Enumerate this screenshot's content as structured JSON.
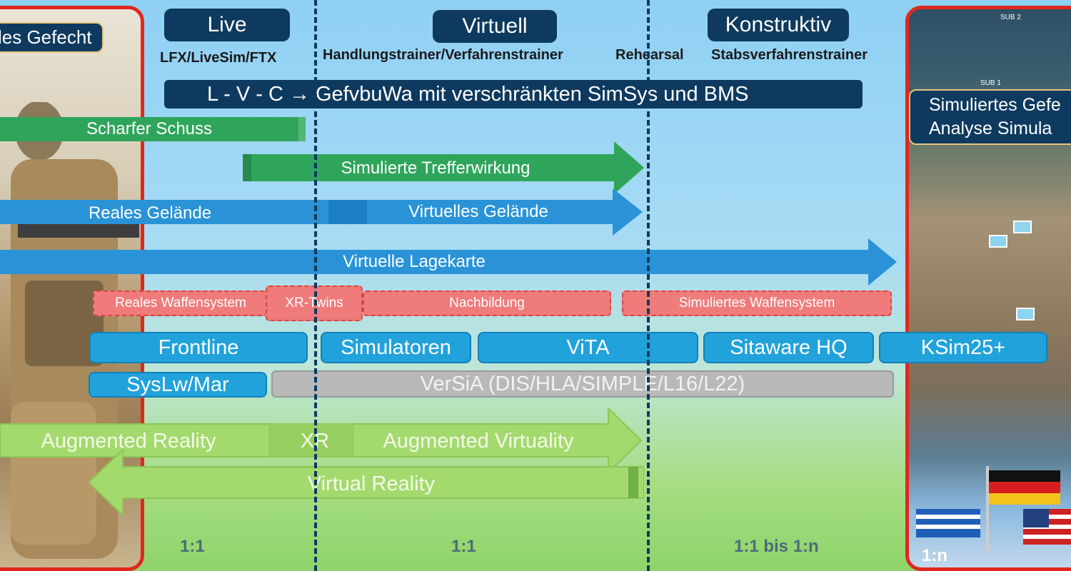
{
  "left_panel": {
    "label": "les Gefecht"
  },
  "right_panel": {
    "label_line1": "Simuliertes Gefe",
    "label_line2": "Analyse Simula",
    "scale": "1:n"
  },
  "columns": [
    {
      "title": "Live",
      "subtitle": "LFX/LiveSim/FTX",
      "scale": "1:1"
    },
    {
      "title": "Virtuell",
      "subtitle": "Handlungstrainer/Verfahrenstrainer",
      "scale": "1:1"
    },
    {
      "title": "Konstruktiv",
      "subtitle": "Stabsverfahrenstrainer",
      "scale": "1:1 bis 1:n"
    }
  ],
  "rehearsal": "Rehearsal",
  "lvc_banner": "L - V - C  →  GefvbuWa mit verschränkten SimSys und BMS",
  "bars": {
    "scharfer_schuss": "Scharfer Schuss",
    "simulierte_trefferwirkung": "Simulierte Trefferwirkung",
    "reales_gelaende": "Reales Gelände",
    "virtuelles_gelaende": "Virtuelles Gelände",
    "virtuelle_lagekarte": "Virtuelle Lagekarte"
  },
  "weapon_systems": [
    "Reales Waffensystem",
    "XR-Twins",
    "Nachbildung",
    "Simuliertes Waffensystem"
  ],
  "systems": [
    "Frontline",
    "Simulatoren",
    "ViTA",
    "Sitaware HQ",
    "KSim25+",
    "SysLw/Mar"
  ],
  "versia": "VerSiA (DIS/HLA/SIMPLE/L16/L22)",
  "reality": {
    "augmented_reality": "Augmented Reality",
    "xr": "XR",
    "augmented_virtuality": "Augmented Virtuality",
    "virtual_reality": "Virtual Reality"
  },
  "map_labels": [
    "SUB 2",
    "SUB 1"
  ],
  "colors": {
    "navy": "#0e3a5f",
    "green": "#2fa55b",
    "blue": "#2a93d8",
    "pink": "#ef7b7b",
    "frame_red": "#e0281e"
  }
}
